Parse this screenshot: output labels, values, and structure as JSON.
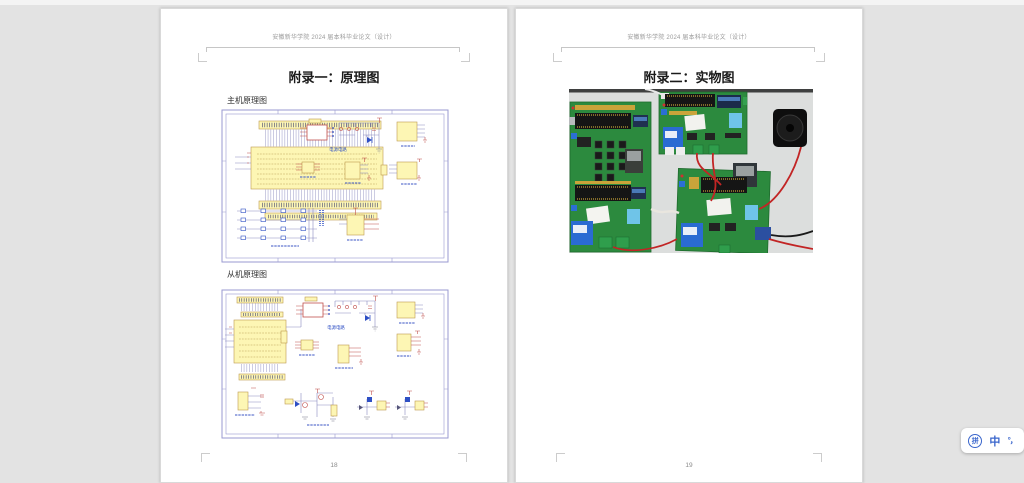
{
  "pages": [
    {
      "id": "left",
      "header": "安徽新华学院 2024 届本科毕业论文（设计）",
      "title": "附录一：原理图",
      "figures": [
        {
          "caption": "主机原理图",
          "power_label": "电源电路"
        },
        {
          "caption": "从机原理图",
          "power_label": "电源电路"
        }
      ],
      "page_number": "18"
    },
    {
      "id": "right",
      "header": "安徽新华学院 2024 届本科毕业论文（设计）",
      "title": "附录二：实物图",
      "page_number": "19"
    }
  ],
  "ime_bar": {
    "pinyin_badge": "拼",
    "mode_indicator": "中",
    "punctuation_indicator": "°，"
  },
  "colors": {
    "workspace_background": "#e3e3e3",
    "page_background": "#ffffff",
    "schematic_border": "#9a9ad0",
    "component_fill": "#fdf6b4",
    "wire": "#8a8ac0",
    "accent_red": "#c0504d",
    "label_blue": "#2e4fc4",
    "pcb_green": "#2c8a3e",
    "relay_blue": "#2a6bd2",
    "sensor_blue": "#6fc4e8",
    "ime_blue": "#3a66cc"
  }
}
